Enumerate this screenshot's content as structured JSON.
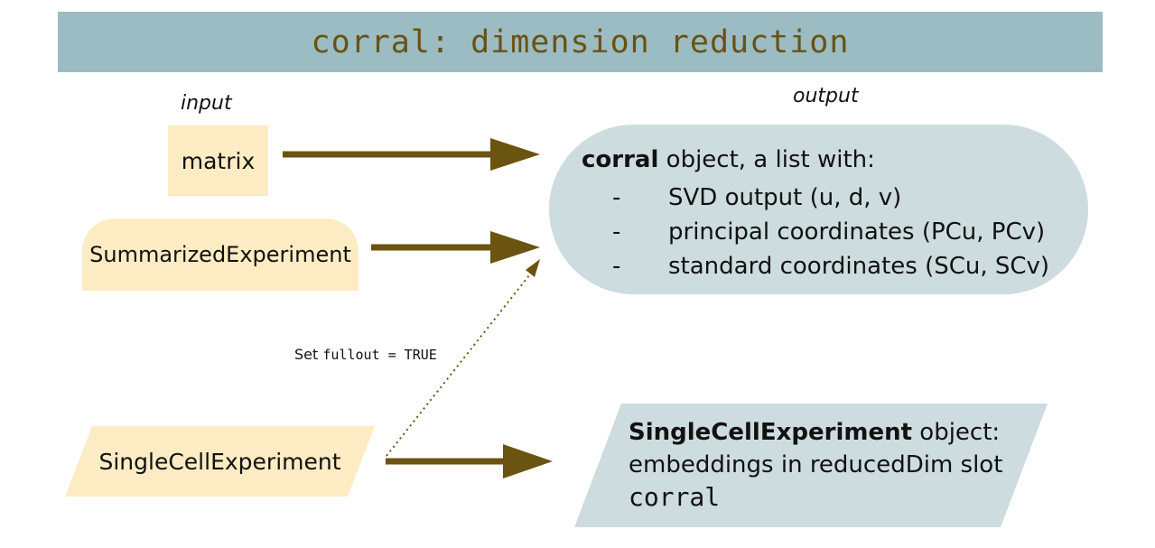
{
  "title": "corral: dimension reduction",
  "labels": {
    "input": "input",
    "output": "output"
  },
  "inputs": {
    "matrix": "matrix",
    "summarized_experiment": "SummarizedExperiment",
    "single_cell_experiment": "SingleCellExperiment"
  },
  "output_list": {
    "title_bold": "corral",
    "title_rest": " object, a list with:",
    "items": [
      "SVD output (u, d, v)",
      "principal coordinates (PCu, PCv)",
      "standard coordinates (SCu, SCv)"
    ],
    "bullet": "-"
  },
  "output_sce": {
    "title_bold": "SingleCellExperiment",
    "title_rest": " object:",
    "line2": "embeddings in reducedDim slot",
    "slot_name": "corral"
  },
  "annotation": {
    "prefix": "Set ",
    "code": "fullout = TRUE"
  },
  "colors": {
    "title_bar": "#9bbcc2",
    "title_text": "#6a5114",
    "input_fill": "#fdecc3",
    "output_fill": "#cddcdf",
    "arrow": "#6b5310"
  }
}
